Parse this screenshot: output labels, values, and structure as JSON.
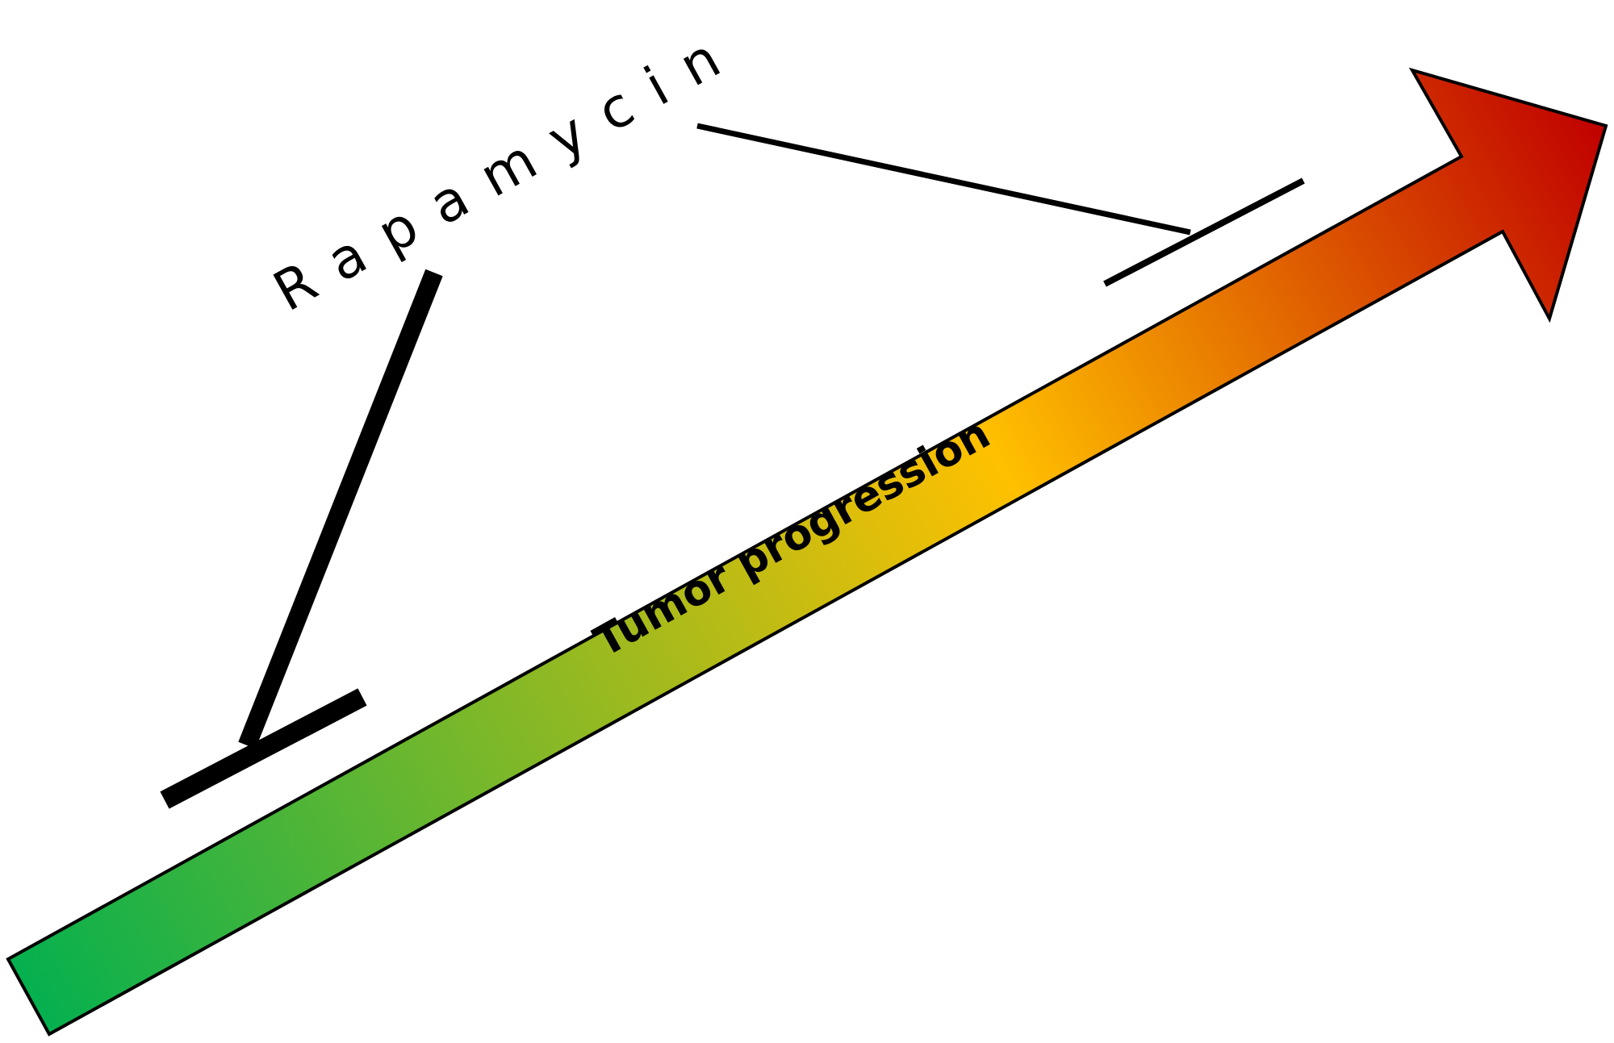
{
  "labels": {
    "drug": "Rapamycin",
    "process": "Tumor progression"
  },
  "colors": {
    "gradient_start": "#00b050",
    "gradient_mid": "#ffc000",
    "gradient_end": "#c00000",
    "outline": "#000000",
    "inhibition_lines": "#000000"
  },
  "icons": {
    "progression_arrow": "gradient-arrow",
    "inhibition_strong": "t-bar-inhibition",
    "inhibition_weak": "t-bar-inhibition"
  }
}
